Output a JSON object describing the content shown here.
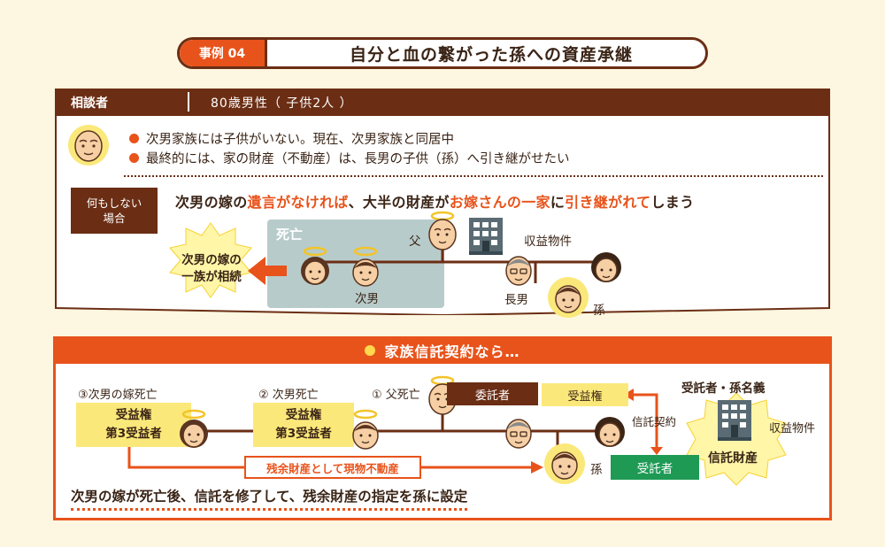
{
  "header": {
    "case_tag": "事例 04",
    "title": "自分と血の繋がった孫への資産承継"
  },
  "consultant": {
    "label": "相談者",
    "value": "80歳男性（ 子供2人 ）"
  },
  "bullets": [
    "次男家族には子供がいない。現在、次男家族と同居中",
    "最終的には、家の財産（不動産）は、長男の子供（孫）へ引き継がせたい"
  ],
  "without_trust": {
    "label_line1": "何もしない",
    "label_line2": "場合",
    "headline": {
      "p1": "次男の嫁の",
      "p2": "遺言がなければ",
      "p3": "、大半の財産が",
      "p4": "お嫁さんの一家",
      "p5": "に",
      "p6": "引き継がれて",
      "p7": "しまう"
    },
    "deceased_label": "死亡",
    "father_label": "父",
    "property_label": "収益物件",
    "second_son_label": "次男",
    "eldest_son_label": "長男",
    "grandchild_label": "孫",
    "burst_line1": "次男の嫁の",
    "burst_line2": "一族が相続"
  },
  "with_trust": {
    "banner": "家族信託契約なら…",
    "step3_label": "③次男の嫁死亡",
    "step2_label": "② 次男死亡",
    "step1_label": "① 父死亡",
    "beneficiary_label": "受益権",
    "third_beneficiary_label": "第3受益者",
    "settlor_label": "委託者",
    "right_beneficiary_label": "受益権",
    "trust_contract_label": "信託契約",
    "trustee_label": "受託者",
    "grandchild_label": "孫",
    "residual_label": "残余財産として現物不動産",
    "trustee_name": "受託者・孫名義",
    "trust_property_label": "信託財産",
    "income_property_label": "収益物件",
    "conclusion": "次男の嫁が死亡後、信託を修了して、残余財産の指定を孫に設定"
  },
  "colors": {
    "accent": "#e8531b",
    "brown": "#6b2e14",
    "yellow": "#fbe87a",
    "green": "#1e9a55",
    "gray_box": "#b8cbcb",
    "background": "#fdf6e0"
  }
}
